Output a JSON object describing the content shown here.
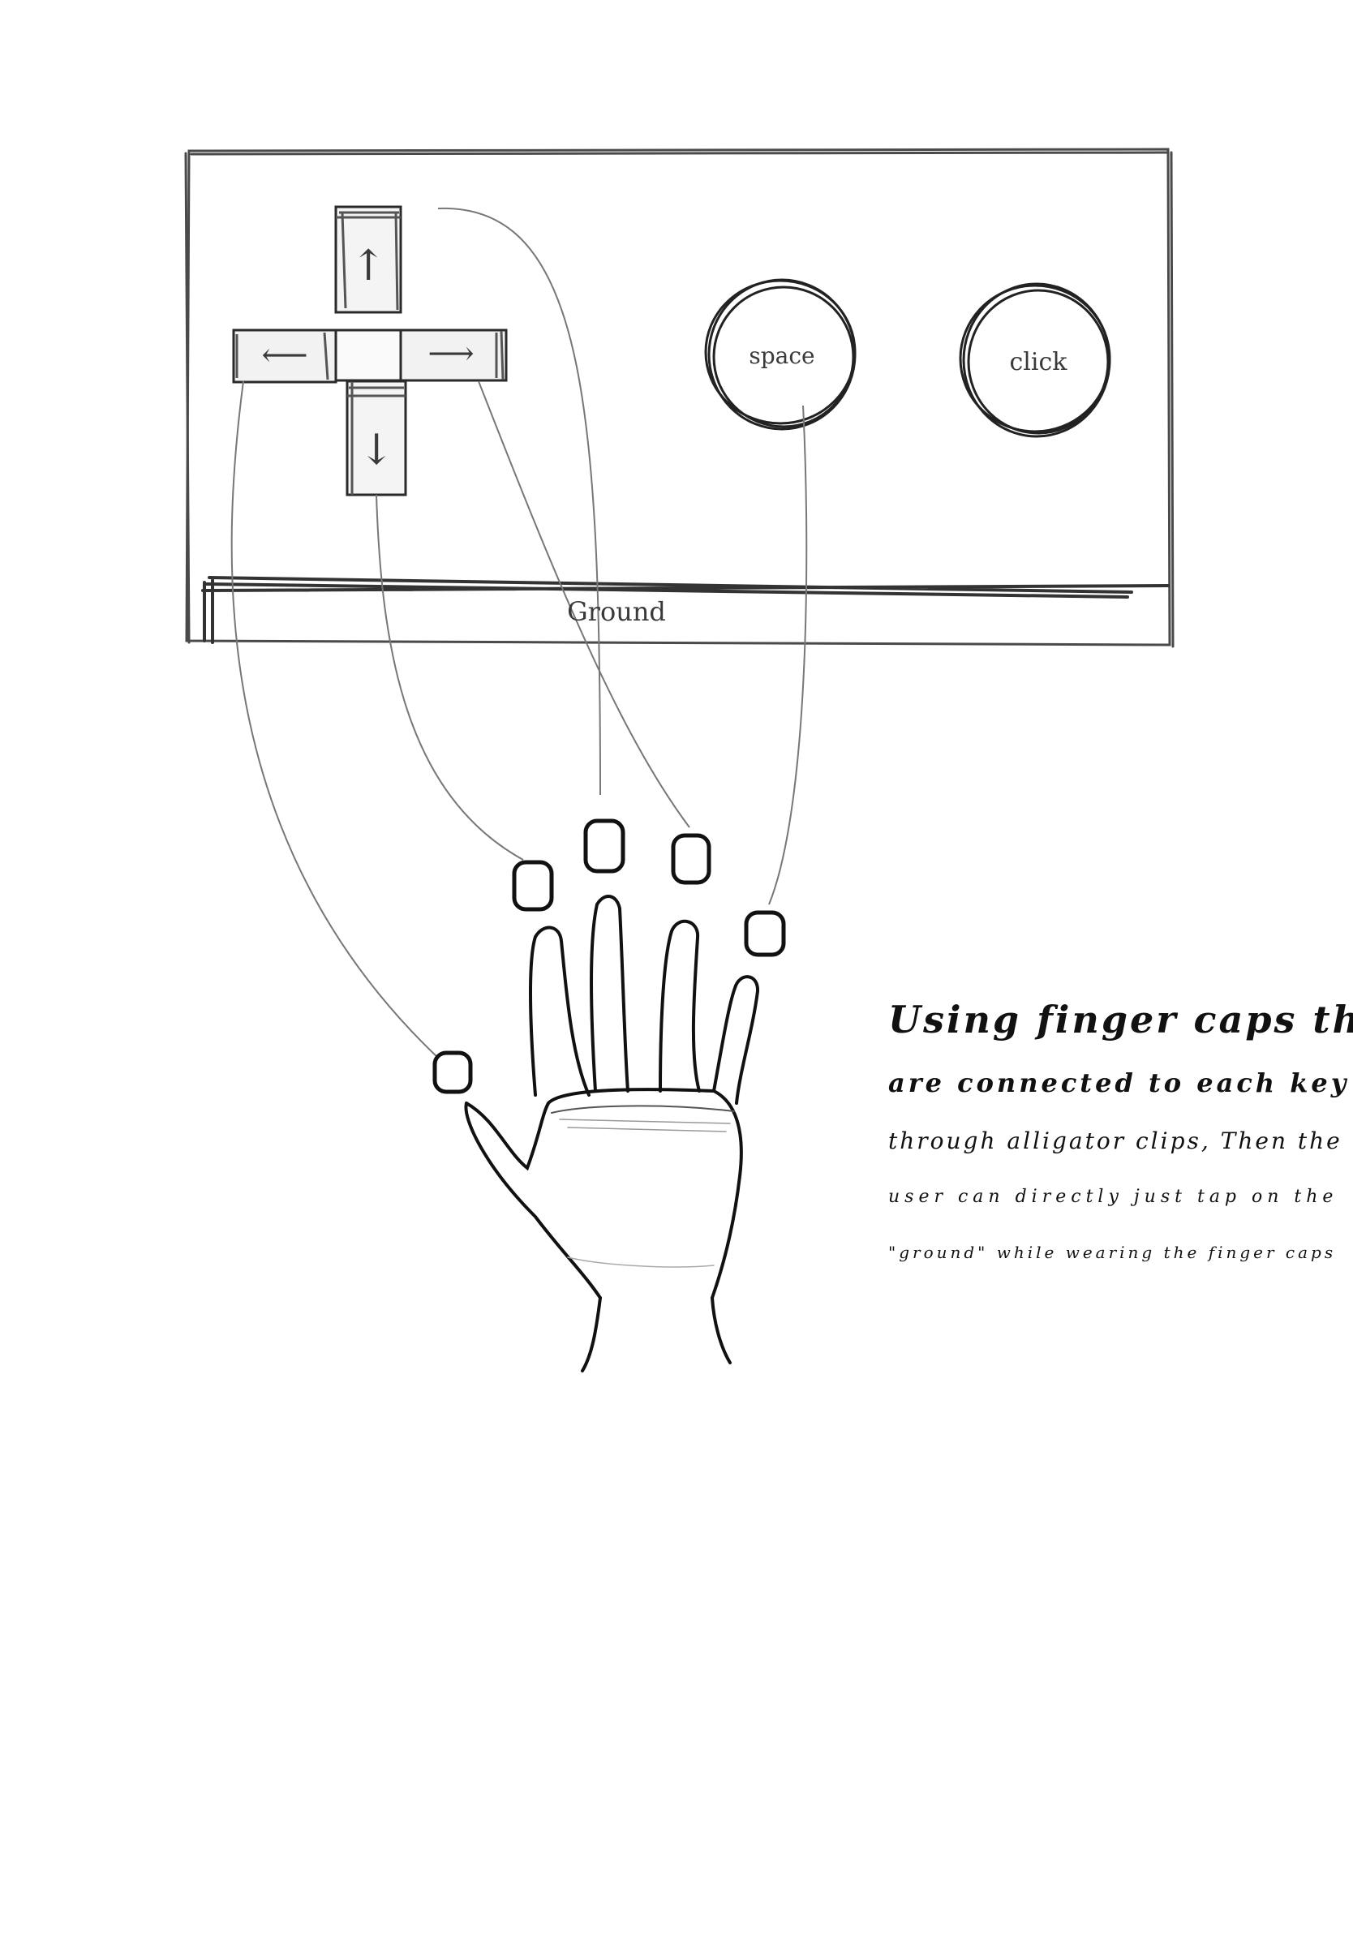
{
  "board": {
    "space_label": "space",
    "click_label": "click",
    "ground_label": "Ground",
    "up_arrow": "↑",
    "down_arrow": "↓",
    "left_arrow": "⟵",
    "right_arrow": "⟶"
  },
  "note": {
    "line1": "Using finger caps that",
    "line2": "are connected to each key",
    "line3": "through alligator clips, Then the",
    "line4": "user can directly just tap on the",
    "line5": "\"ground\" while wearing the finger caps"
  }
}
